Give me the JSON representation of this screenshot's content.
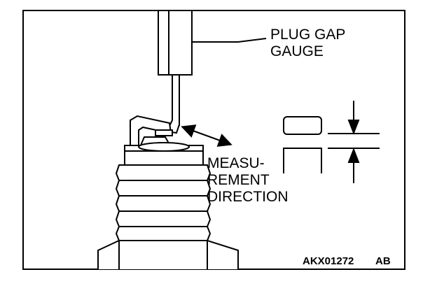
{
  "labels": {
    "gauge_line1": "PLUG GAP",
    "gauge_line2": "GAUGE",
    "measure_line1": "MEASU-",
    "measure_line2": "REMENT",
    "measure_line3": "DIRECTION"
  },
  "figure_code": "AKX01272",
  "figure_suffix": "AB",
  "colors": {
    "ink": "#000000",
    "paper": "#ffffff"
  }
}
